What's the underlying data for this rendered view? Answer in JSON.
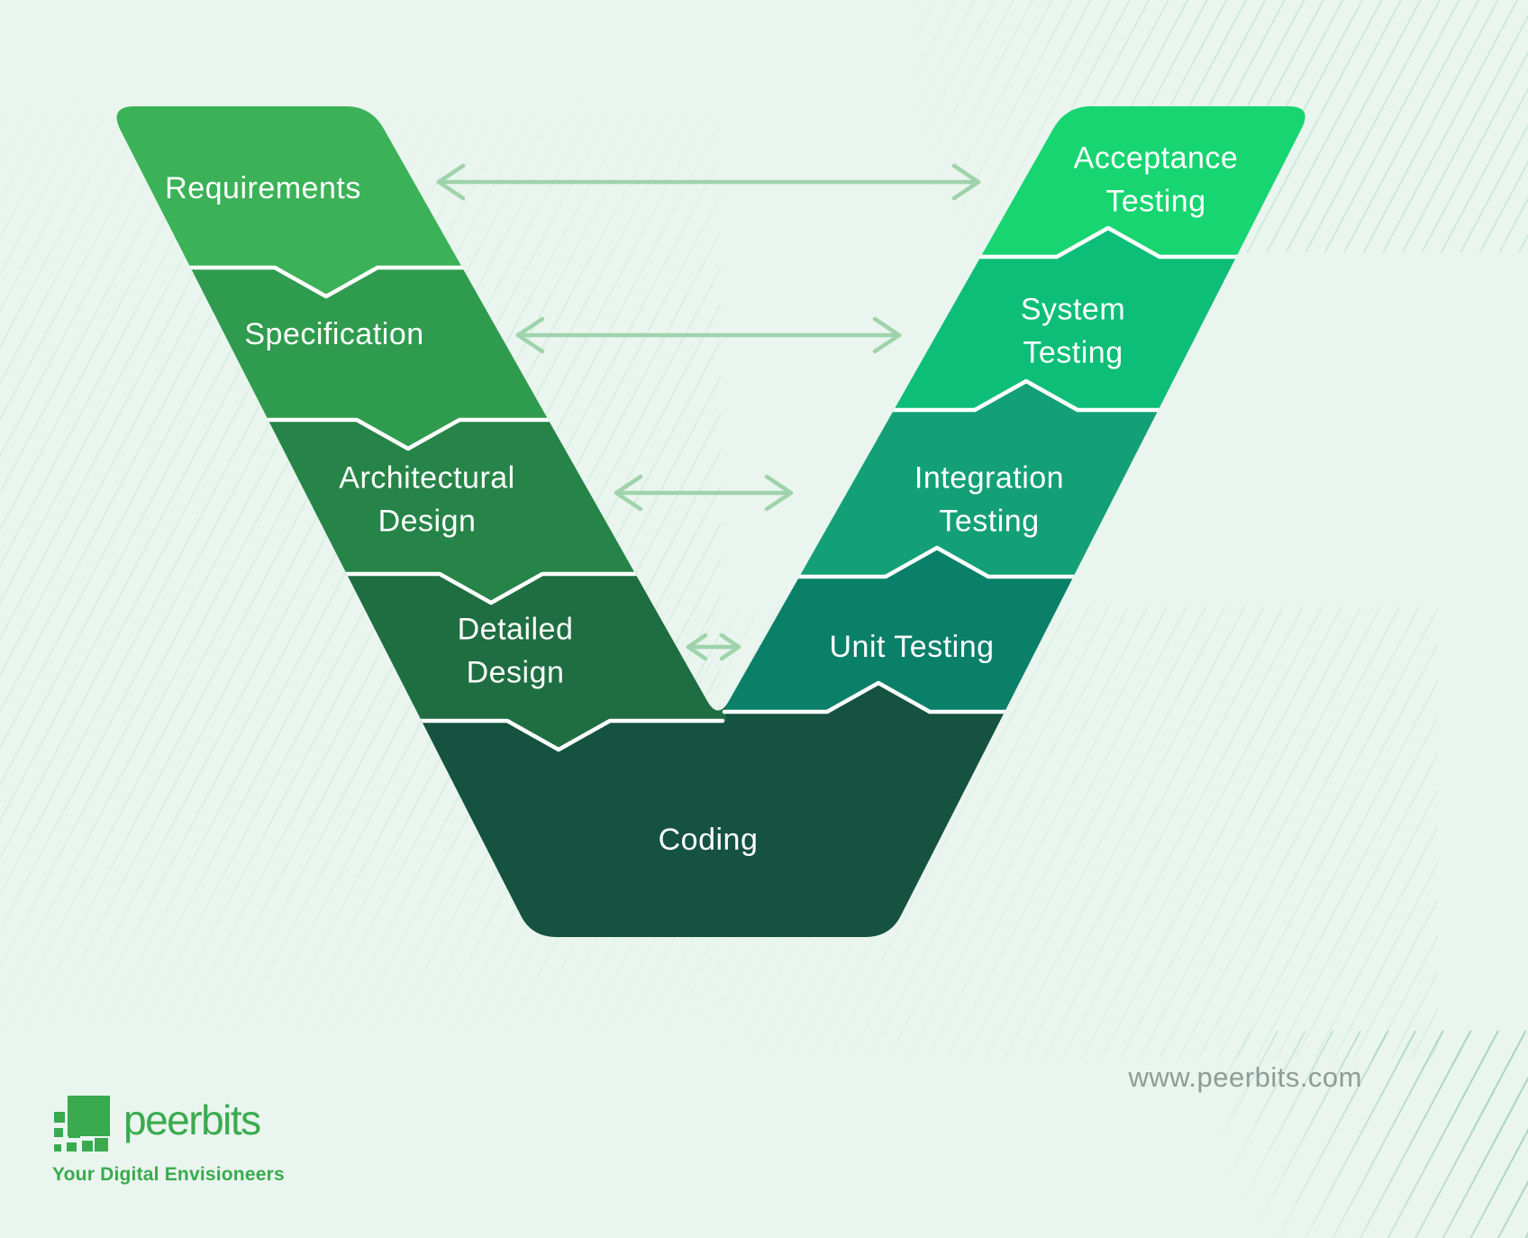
{
  "diagram": {
    "title_semantic": "v-model-software-development-lifecycle",
    "left_stages": [
      {
        "label": "Requirements",
        "color": "#3bb257"
      },
      {
        "label": "Specification",
        "color": "#2f9b4e"
      },
      {
        "label": "Architectural Design",
        "color": "#268448"
      },
      {
        "label": "Detailed Design",
        "color": "#1e6e41"
      }
    ],
    "bottom_stage": {
      "label": "Coding",
      "color": "#155240"
    },
    "right_stages": [
      {
        "label": "Acceptance Testing",
        "color": "#17d571"
      },
      {
        "label": "System Testing",
        "color": "#0dbe79"
      },
      {
        "label": "Integration Testing",
        "color": "#14a076"
      },
      {
        "label": "Unit Testing",
        "color": "#0a8069"
      }
    ],
    "arrows": [
      {
        "from": "Requirements",
        "to": "Acceptance Testing"
      },
      {
        "from": "Specification",
        "to": "System Testing"
      },
      {
        "from": "Architectural Design",
        "to": "Integration Testing"
      },
      {
        "from": "Detailed Design",
        "to": "Unit Testing"
      }
    ],
    "arrow_color": "#9fd3ab",
    "divider_color": "#ffffff"
  },
  "footer": {
    "brand": "peerbits",
    "tagline": "Your Digital Envisioneers",
    "website": "www.peerbits.com",
    "brand_color": "#3aaa4e",
    "logo_icon": "pixel-squares-logo"
  }
}
